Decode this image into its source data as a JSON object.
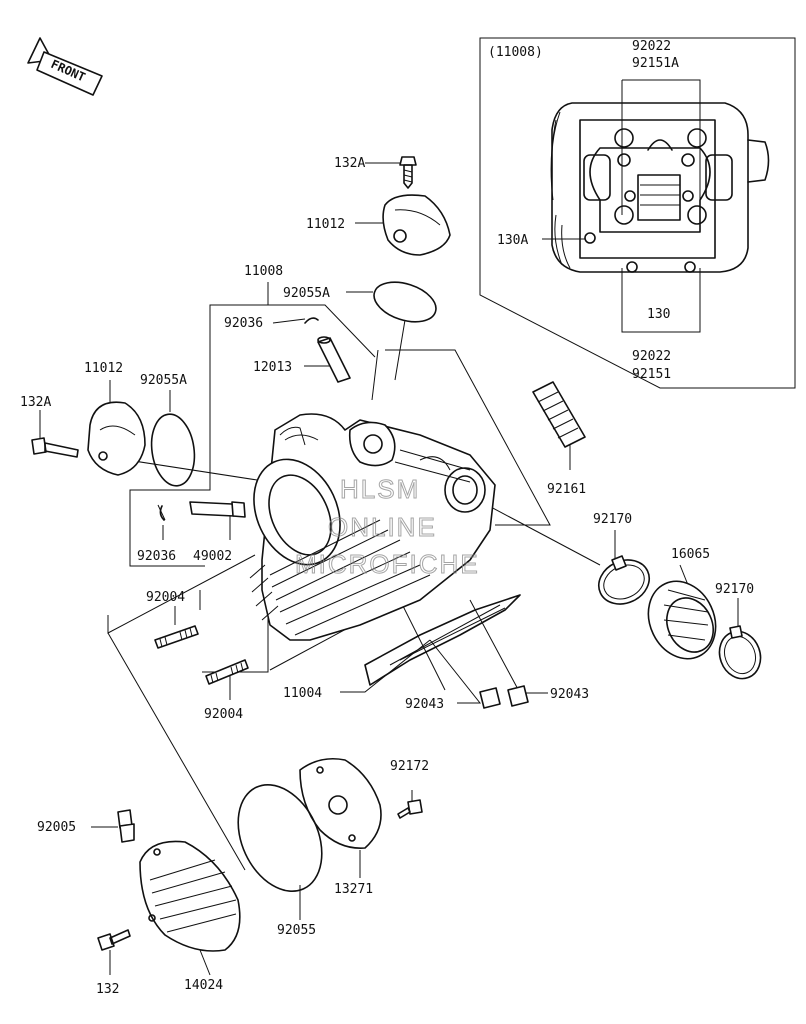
{
  "front_label": "FRONT",
  "inset": {
    "title": "(11008)",
    "labels": {
      "top_1": "92022",
      "top_2": "92151A",
      "left": "130A",
      "mid": "130",
      "bottom_1": "92022",
      "bottom_2": "92151"
    }
  },
  "part_labels": {
    "p132a_top": "132A",
    "p11012_top": "11012",
    "p11008": "11008",
    "p92055a_top": "92055A",
    "p92036_top": "92036",
    "p12013": "12013",
    "p11012_left": "11012",
    "p92055a_left": "92055A",
    "p132a_left": "132A",
    "p92161": "92161",
    "p92036_left": "92036",
    "p49002": "49002",
    "p92170_a": "92170",
    "p16065": "16065",
    "p92170_b": "92170",
    "p92004_a": "92004",
    "p92004_b": "92004",
    "p11004": "11004",
    "p92043_a": "92043",
    "p92043_b": "92043",
    "p92172": "92172",
    "p92005": "92005",
    "p13271": "13271",
    "p92055": "92055",
    "p132": "132",
    "p14024": "14024"
  },
  "watermark": {
    "line1": "HLSM",
    "line2": "ONLINE",
    "line3": "MICROFICHE"
  }
}
